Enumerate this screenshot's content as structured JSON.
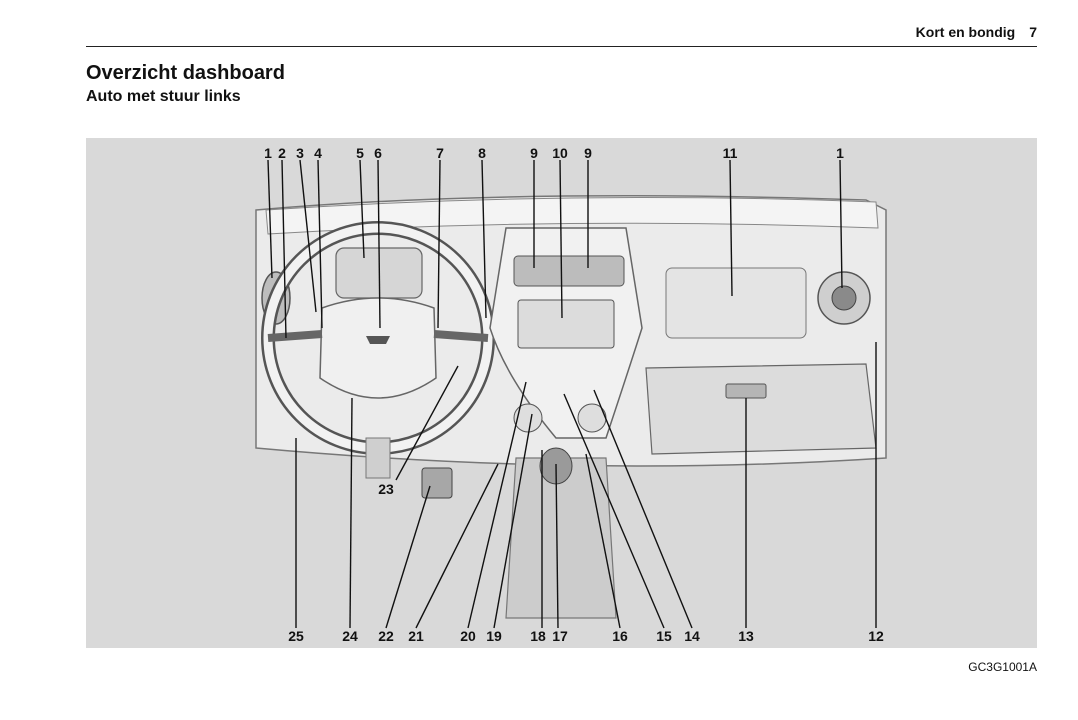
{
  "header": {
    "section": "Kort en bondig",
    "page_number": "7"
  },
  "title": "Overzicht dashboard",
  "subtitle": "Auto met stuur links",
  "figure": {
    "top_labels": [
      "1",
      "2",
      "3",
      "4",
      "5",
      "6",
      "7",
      "8",
      "9",
      "10",
      "9",
      "11",
      "1"
    ],
    "bottom_labels": [
      "25",
      "24",
      "22",
      "21",
      "20",
      "19",
      "18",
      "17",
      "16",
      "15",
      "14",
      "13",
      "12"
    ],
    "side_labels": [
      "23"
    ],
    "figure_code": "GC3G1001A"
  }
}
